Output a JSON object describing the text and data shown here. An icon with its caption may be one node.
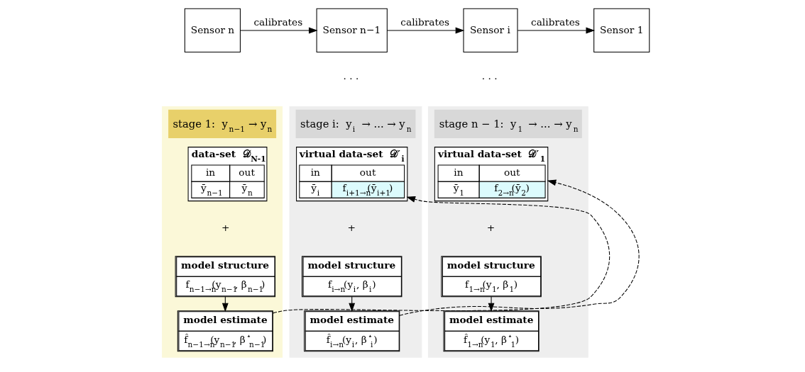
{
  "diagram": {
    "nodes": [
      {
        "text": [
          "Sensor n"
        ]
      },
      {
        "text": [
          "Sensor n−1"
        ]
      },
      {
        "text": [
          "Sensor i"
        ]
      },
      {
        "text": [
          "Sensor 1"
        ]
      },
      {
        "text": [
          "stage 1:  y$_{n−1}$ → y$_{n}$"
        ]
      },
      {
        "text": [
          "data-set  𝒟$_{N-1}$",
          "in",
          "out",
          "ȳ$_{n−1}$",
          "ȳ$_{n}$"
        ],
        "in": 4
      },
      {
        "text": [
          "model structure",
          "f$_{n−1→n}$(y$_{n−1}$, β$_{n−1}$)"
        ],
        "in": 4
      },
      {
        "text": [
          "model estimate",
          "f̂$_{n−1→n}$(y$_{n−1}$, β$^{⋆}$$_{n−1}$)"
        ],
        "in": 4
      },
      {
        "text": [
          "stage i:  y$_{i}$ → ... → y$_{n}$"
        ]
      },
      {
        "text": [
          "virtual data-set  𝒟′$_{i}$",
          "in",
          "out",
          "ȳ$_{i}$",
          "f$_{i+1→n}$(ȳ$_{i+1}$)"
        ],
        "in": 8
      },
      {
        "text": [
          "model structure",
          "f$_{i→n}$(y$_{i}$, β$_{i}$)"
        ],
        "in": 8
      },
      {
        "text": [
          "model estimate",
          "f̂$_{i→n}$(y$_{i}$, β$^{⋆}$$_{i}$)"
        ],
        "in": 8
      },
      {
        "text": [
          "stage n − 1:  y$_{1}$ → ... → y$_{n}$"
        ]
      },
      {
        "text": [
          "virtual data-set  𝒟′$_{1}$",
          "in",
          "out",
          "ȳ$_{1}$",
          "f$_{2→n}$(ȳ$_{2}$)"
        ],
        "in": 12
      },
      {
        "text": [
          "model structure",
          "f$_{1→n}$(y$_{1}$, β$_{1}$)"
        ],
        "in": 12
      },
      {
        "text": [
          "model estimate",
          "f̂$_{1→n}$(y$_{1}$, β$^{⋆}$$_{1}$)"
        ],
        "in": 12
      }
    ],
    "edges": [
      {
        "from": 0,
        "to": 1,
        "arrow": "to",
        "label": "calibrates"
      },
      {
        "from": 1,
        "to": 2,
        "arrow": "to",
        "label": "calibrates"
      },
      {
        "from": 2,
        "to": 3,
        "arrow": "to",
        "label": "calibrates"
      },
      {
        "from": 6,
        "to": 7,
        "arrow": "to"
      },
      {
        "from": 10,
        "to": 11,
        "arrow": "to"
      },
      {
        "from": 14,
        "to": 15,
        "arrow": "to"
      },
      {
        "from": 7,
        "to": 9,
        "arrow": "to",
        "style": "dashed"
      },
      {
        "from": 11,
        "to": 13,
        "arrow": "to",
        "style": "dashed"
      }
    ],
    "labels": [
      "· · ·",
      "· · ·",
      "+",
      "+",
      "+"
    ]
  }
}
